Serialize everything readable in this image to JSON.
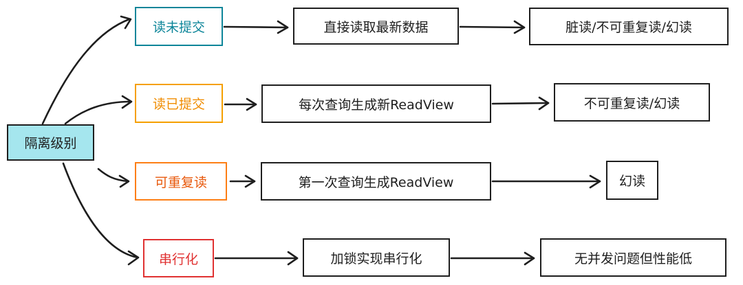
{
  "root": {
    "label": "隔离级别"
  },
  "levels": [
    {
      "label": "读未提交",
      "mechanism": "直接读取最新数据",
      "issues": "脏读/不可重复读/幻读",
      "color": "#0c8599"
    },
    {
      "label": "读已提交",
      "mechanism": "每次查询生成新ReadView",
      "issues": "不可重复读/幻读",
      "color": "#f08c00"
    },
    {
      "label": "可重复读",
      "mechanism": "第一次查询生成ReadView",
      "issues": "幻读",
      "color": "#e8590c"
    },
    {
      "label": "串行化",
      "mechanism": "加锁实现串行化",
      "issues": "无并发问题但性能低",
      "color": "#e03131"
    }
  ]
}
